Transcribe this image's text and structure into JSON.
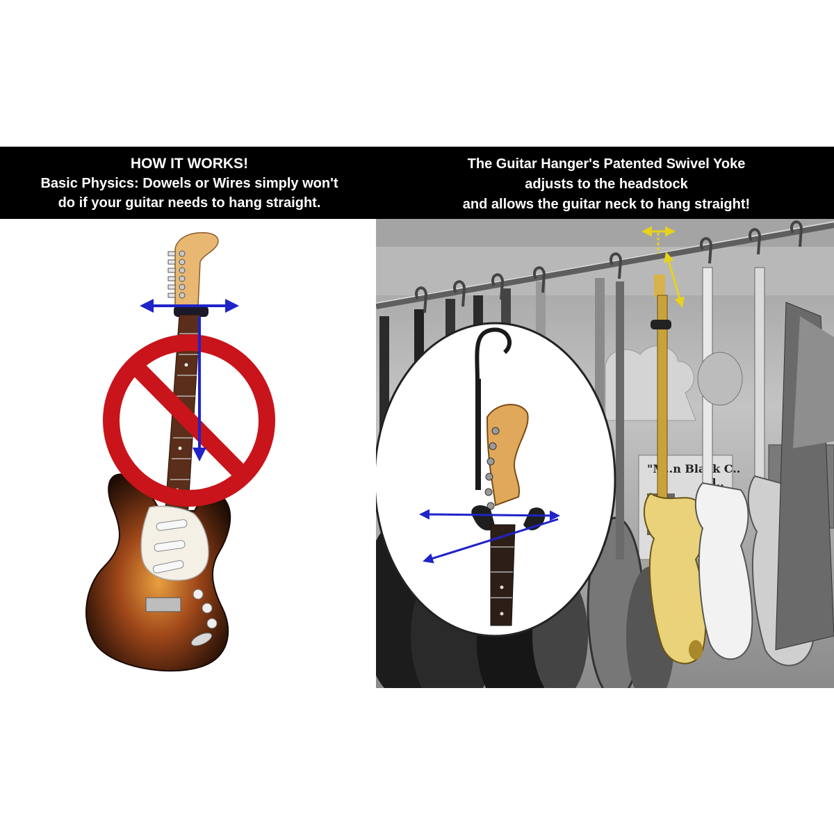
{
  "left_caption": {
    "heading": "HOW IT WORKS!",
    "line1": "Basic Physics: Dowels or Wires simply won't",
    "line2": "do if your guitar needs to hang straight."
  },
  "right_caption": {
    "line1": "The Guitar Hanger's Patented Swivel Yoke",
    "line2": "adjusts to the headstock",
    "line3": "and allows the guitar neck to hang straight!"
  },
  "poster": {
    "line1": "\"M..n Black C..",
    "line2": "Bl.."
  },
  "colors": {
    "banner": "#000000",
    "arrow": "#1f23c8",
    "prohibit": "#c8141a",
    "yellow_arrow": "#e8d21a",
    "sunburst_dark": "#3a1a0c",
    "sunburst_mid": "#a0481a"
  }
}
